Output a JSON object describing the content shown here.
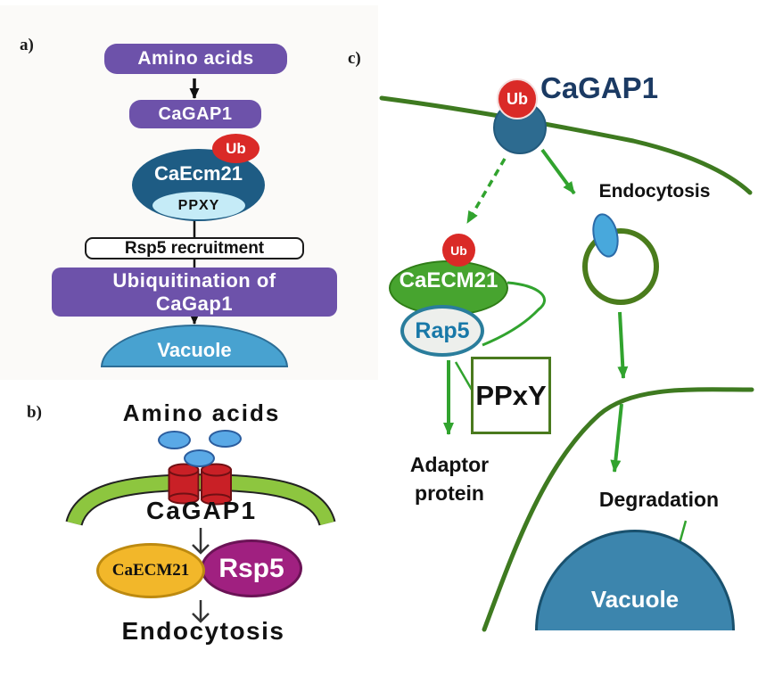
{
  "figure": {
    "type": "biological-pathway-diagram",
    "description": "Model of CaGAP1 regulation: ubiquitination, endocytosis and vacuolar degradation"
  },
  "panels": {
    "a": {
      "label": "a)",
      "amino_acids": "Amino acids",
      "cagap1": "CaGAP1",
      "ub": "Ub",
      "caecm21": "CaEcm21",
      "ppxy": "PPXY",
      "rsp5_recruitment": "Rsp5 recruitment",
      "ubiquitination_line1": "Ubiquitination of",
      "ubiquitination_line2": "CaGap1",
      "vacuole": "Vacuole"
    },
    "b": {
      "label": "b)",
      "amino_acids": "Amino acids",
      "cagap1": "CaGAP1",
      "caecm21": "CaECM21",
      "rsp5": "Rsp5",
      "endocytosis": "Endocytosis"
    },
    "c": {
      "label": "c)",
      "ub_membrane": "Ub",
      "cagap1": "CaGAP1",
      "endocytosis": "Endocytosis",
      "ub_complex": "Ub",
      "caecm21": "CaECM21",
      "rap5": "Rap5",
      "ppxy": "PPxY",
      "adaptor_line1": "Adaptor",
      "adaptor_line2": "protein",
      "degradation": "Degradation",
      "vacuole": "Vacuole"
    }
  },
  "colors": {
    "panel_a_purple": "#6d52aa",
    "panel_a_node_teal": "#1e5c84",
    "ub_red": "#da2a27",
    "ppxy_light_blue": "#c5ebf7",
    "vacuole_blue_a": "#48a2d0",
    "membrane_green_b": "#8dc63f",
    "transporter_red": "#c92026",
    "amino_blue": "#5aa9e6",
    "caecm21_yellow": "#f2b72a",
    "rsp5_magenta": "#a02080",
    "membrane_green_c": "#3e7a20",
    "arrow_green": "#31a32e",
    "caecm21_green": "#47a42f",
    "rap5_teal": "#1878a8",
    "cagap1_navy": "#1b3a63",
    "vacuole_blue_c": "#3c85ad"
  }
}
